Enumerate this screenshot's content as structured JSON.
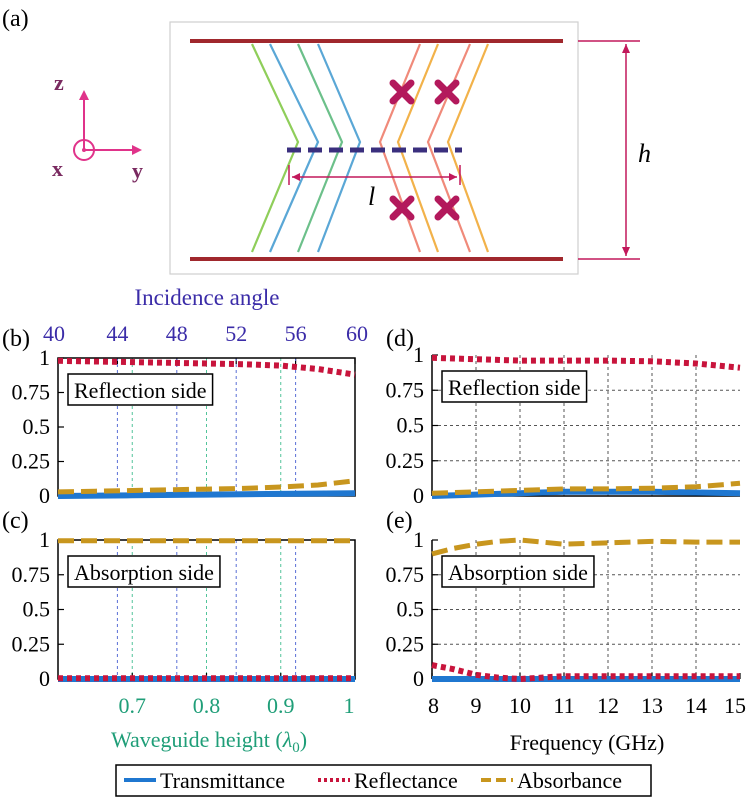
{
  "panel_labels": {
    "a": "(a)",
    "b": "(b)",
    "c": "(c)",
    "d": "(d)",
    "e": "(e)"
  },
  "schematic": {
    "axis_z": "z",
    "axis_x": "x",
    "axis_y": "y",
    "length_label": "l",
    "height_label": "h"
  },
  "colors": {
    "transmittance": "#1f77d0",
    "reflectance": "#c8143c",
    "absorbance": "#c8961e",
    "top_axis_text": "#3b2ca8",
    "bottom_axis_text": "#1f9e78",
    "grid_blue": "#5a6fd6",
    "grid_green": "#52c49a",
    "grid_gray": "#555555",
    "cross": "#b3195c",
    "plate": "#a0282d",
    "absorber_dash": "#3a2f7e",
    "axes_icon": "#e0338a"
  },
  "chart_data": [
    {
      "id": "b",
      "type": "line",
      "panel_label": "(b)",
      "annotation": "Reflection side",
      "xlim": [
        0.6,
        1.0
      ],
      "ylim": [
        0,
        1
      ],
      "yticks": [
        "0",
        "0.25",
        "0.5",
        "0.75",
        "1"
      ],
      "top_axis_title": "Incidence angle",
      "top_ticks": [
        "40",
        "44",
        "48",
        "52",
        "56",
        "60"
      ],
      "series": [
        {
          "name": "Transmittance",
          "x": [
            0.6,
            0.7,
            0.8,
            0.9,
            1.0
          ],
          "y": [
            0.0,
            0.005,
            0.01,
            0.015,
            0.02
          ]
        },
        {
          "name": "Reflectance",
          "x": [
            0.6,
            0.65,
            0.7,
            0.75,
            0.8,
            0.85,
            0.9,
            0.95,
            1.0
          ],
          "y": [
            0.98,
            0.975,
            0.97,
            0.965,
            0.96,
            0.955,
            0.945,
            0.92,
            0.88
          ]
        },
        {
          "name": "Absorbance",
          "x": [
            0.6,
            0.65,
            0.7,
            0.75,
            0.8,
            0.85,
            0.9,
            0.95,
            1.0
          ],
          "y": [
            0.03,
            0.035,
            0.04,
            0.045,
            0.05,
            0.055,
            0.065,
            0.08,
            0.11
          ]
        }
      ]
    },
    {
      "id": "c",
      "type": "line",
      "panel_label": "(c)",
      "annotation": "Absorption side",
      "xlim": [
        0.6,
        1.0
      ],
      "ylim": [
        0,
        1
      ],
      "yticks": [
        "0",
        "0.25",
        "0.5",
        "0.75",
        "1"
      ],
      "xticks": [
        "0.7",
        "0.8",
        "0.9",
        "1"
      ],
      "xlabel_prefix": "Waveguide height (",
      "xlabel_symbol": "λ",
      "xlabel_sub": "0",
      "xlabel_suffix": ")",
      "series": [
        {
          "name": "Transmittance",
          "x": [
            0.6,
            1.0
          ],
          "y": [
            0.0,
            0.0
          ]
        },
        {
          "name": "Reflectance",
          "x": [
            0.6,
            1.0
          ],
          "y": [
            0.005,
            0.005
          ]
        },
        {
          "name": "Absorbance",
          "x": [
            0.6,
            1.0
          ],
          "y": [
            0.995,
            0.995
          ]
        }
      ]
    },
    {
      "id": "d",
      "type": "line",
      "panel_label": "(d)",
      "annotation": "Reflection side",
      "xlim": [
        8,
        15
      ],
      "ylim": [
        0,
        1
      ],
      "yticks": [
        "0",
        "0.25",
        "0.5",
        "0.75",
        "1"
      ],
      "series": [
        {
          "name": "Transmittance",
          "x": [
            8,
            9,
            10,
            11,
            12,
            13,
            14,
            15
          ],
          "y": [
            0.0,
            0.01,
            0.02,
            0.03,
            0.03,
            0.03,
            0.025,
            0.02
          ]
        },
        {
          "name": "Reflectance",
          "x": [
            8,
            9,
            10,
            11,
            12,
            13,
            14,
            15
          ],
          "y": [
            0.98,
            0.97,
            0.96,
            0.96,
            0.96,
            0.955,
            0.94,
            0.91
          ]
        },
        {
          "name": "Absorbance",
          "x": [
            8,
            9,
            10,
            11,
            12,
            13,
            14,
            15
          ],
          "y": [
            0.02,
            0.03,
            0.04,
            0.05,
            0.05,
            0.055,
            0.065,
            0.09
          ]
        }
      ]
    },
    {
      "id": "e",
      "type": "line",
      "panel_label": "(e)",
      "annotation": "Absorption side",
      "xlim": [
        8,
        15
      ],
      "ylim": [
        0,
        1
      ],
      "yticks": [
        "0",
        "0.25",
        "0.5",
        "0.75",
        "1"
      ],
      "xticks": [
        "8",
        "9",
        "10",
        "11",
        "12",
        "13",
        "14",
        "15"
      ],
      "xlabel": "Frequency (GHz)",
      "series": [
        {
          "name": "Transmittance",
          "x": [
            8,
            9,
            10,
            11,
            12,
            13,
            14,
            15
          ],
          "y": [
            0.0,
            0.0,
            0.0,
            0.0,
            0.0,
            0.0,
            0.0,
            0.0
          ]
        },
        {
          "name": "Reflectance",
          "x": [
            8,
            8.5,
            9,
            9.5,
            10,
            11,
            12,
            13,
            14,
            15
          ],
          "y": [
            0.1,
            0.07,
            0.03,
            0.01,
            0.0,
            0.02,
            0.02,
            0.02,
            0.02,
            0.02
          ]
        },
        {
          "name": "Absorbance",
          "x": [
            8,
            8.5,
            9,
            9.5,
            10,
            11,
            12,
            13,
            14,
            15
          ],
          "y": [
            0.9,
            0.94,
            0.97,
            0.99,
            1.0,
            0.97,
            0.98,
            0.99,
            0.985,
            0.985
          ]
        }
      ]
    }
  ],
  "legend": {
    "items": [
      {
        "name": "Transmittance",
        "style": "solid"
      },
      {
        "name": "Reflectance",
        "style": "dotted"
      },
      {
        "name": "Absorbance",
        "style": "dashed"
      }
    ]
  }
}
